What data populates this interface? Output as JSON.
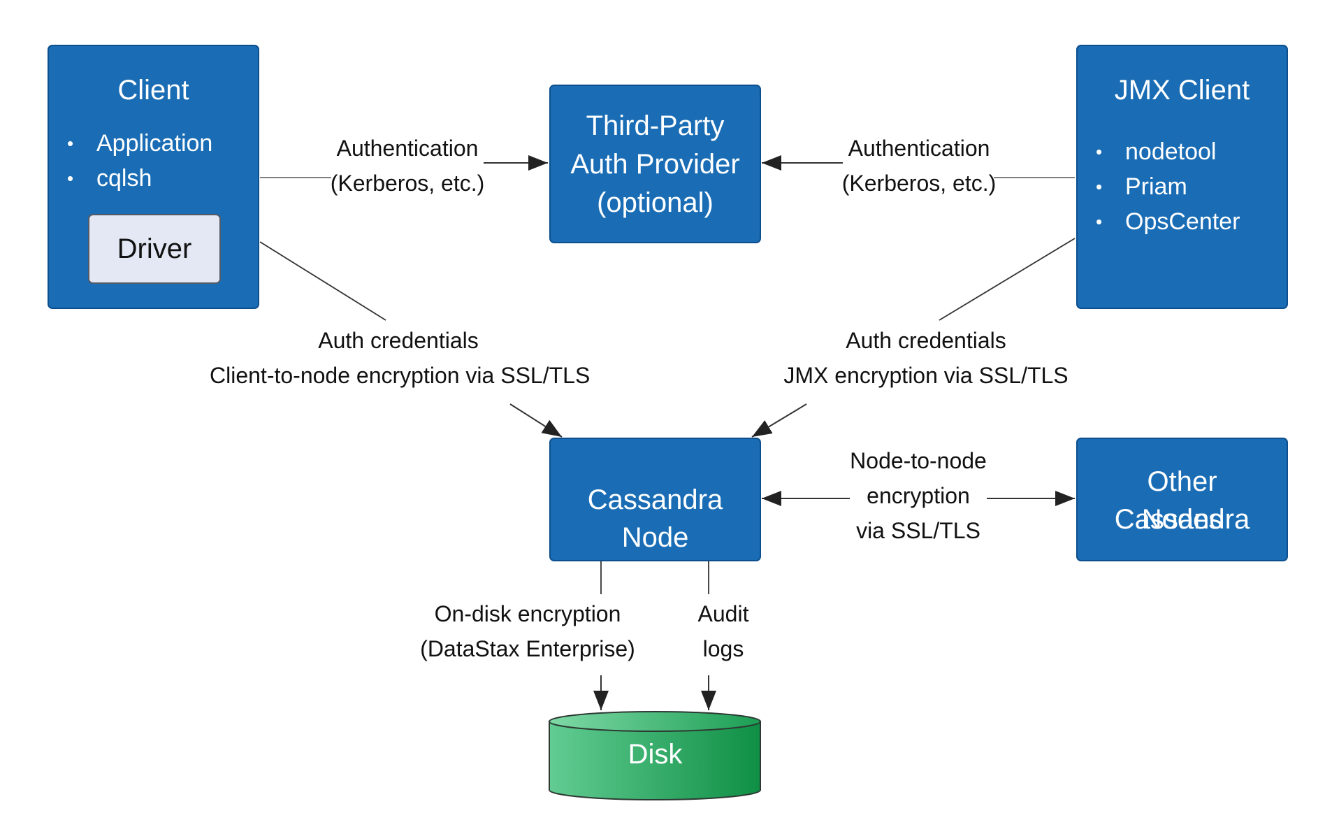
{
  "colors": {
    "box_fill": "#1a6db5",
    "box_border": "#0d4f8c",
    "driver_fill": "#e3e8f4",
    "disk_light": "#5ec98c",
    "disk_dark": "#129147",
    "line": "#333333",
    "text": "#111111"
  },
  "nodes": {
    "client": {
      "title": "Client",
      "items": [
        "Application",
        "cqlsh"
      ],
      "driver": "Driver"
    },
    "auth_provider": {
      "title_lines": [
        "Third-Party",
        "Auth Provider",
        "(optional)"
      ]
    },
    "jmx_client": {
      "title": "JMX Client",
      "items": [
        "nodetool",
        "Priam",
        "OpsCenter"
      ]
    },
    "cassandra_node": {
      "title": "Cassandra Node"
    },
    "other_nodes": {
      "title_lines": [
        "Other Cassandra",
        "Nodes"
      ]
    },
    "disk": {
      "title": "Disk"
    }
  },
  "edges": {
    "client_auth": [
      "Authentication",
      "(Kerberos, etc.)"
    ],
    "jmx_auth": [
      "Authentication",
      "(Kerberos, etc.)"
    ],
    "client_node": [
      "Auth credentials",
      "Client-to-node encryption via SSL/TLS"
    ],
    "jmx_node": [
      "Auth credentials",
      "JMX encryption via SSL/TLS"
    ],
    "node_node": [
      "Node-to-node",
      "encryption",
      "via SSL/TLS"
    ],
    "ondisk": [
      "On-disk encryption",
      "(DataStax Enterprise)"
    ],
    "audit": [
      "Audit",
      "logs"
    ]
  }
}
